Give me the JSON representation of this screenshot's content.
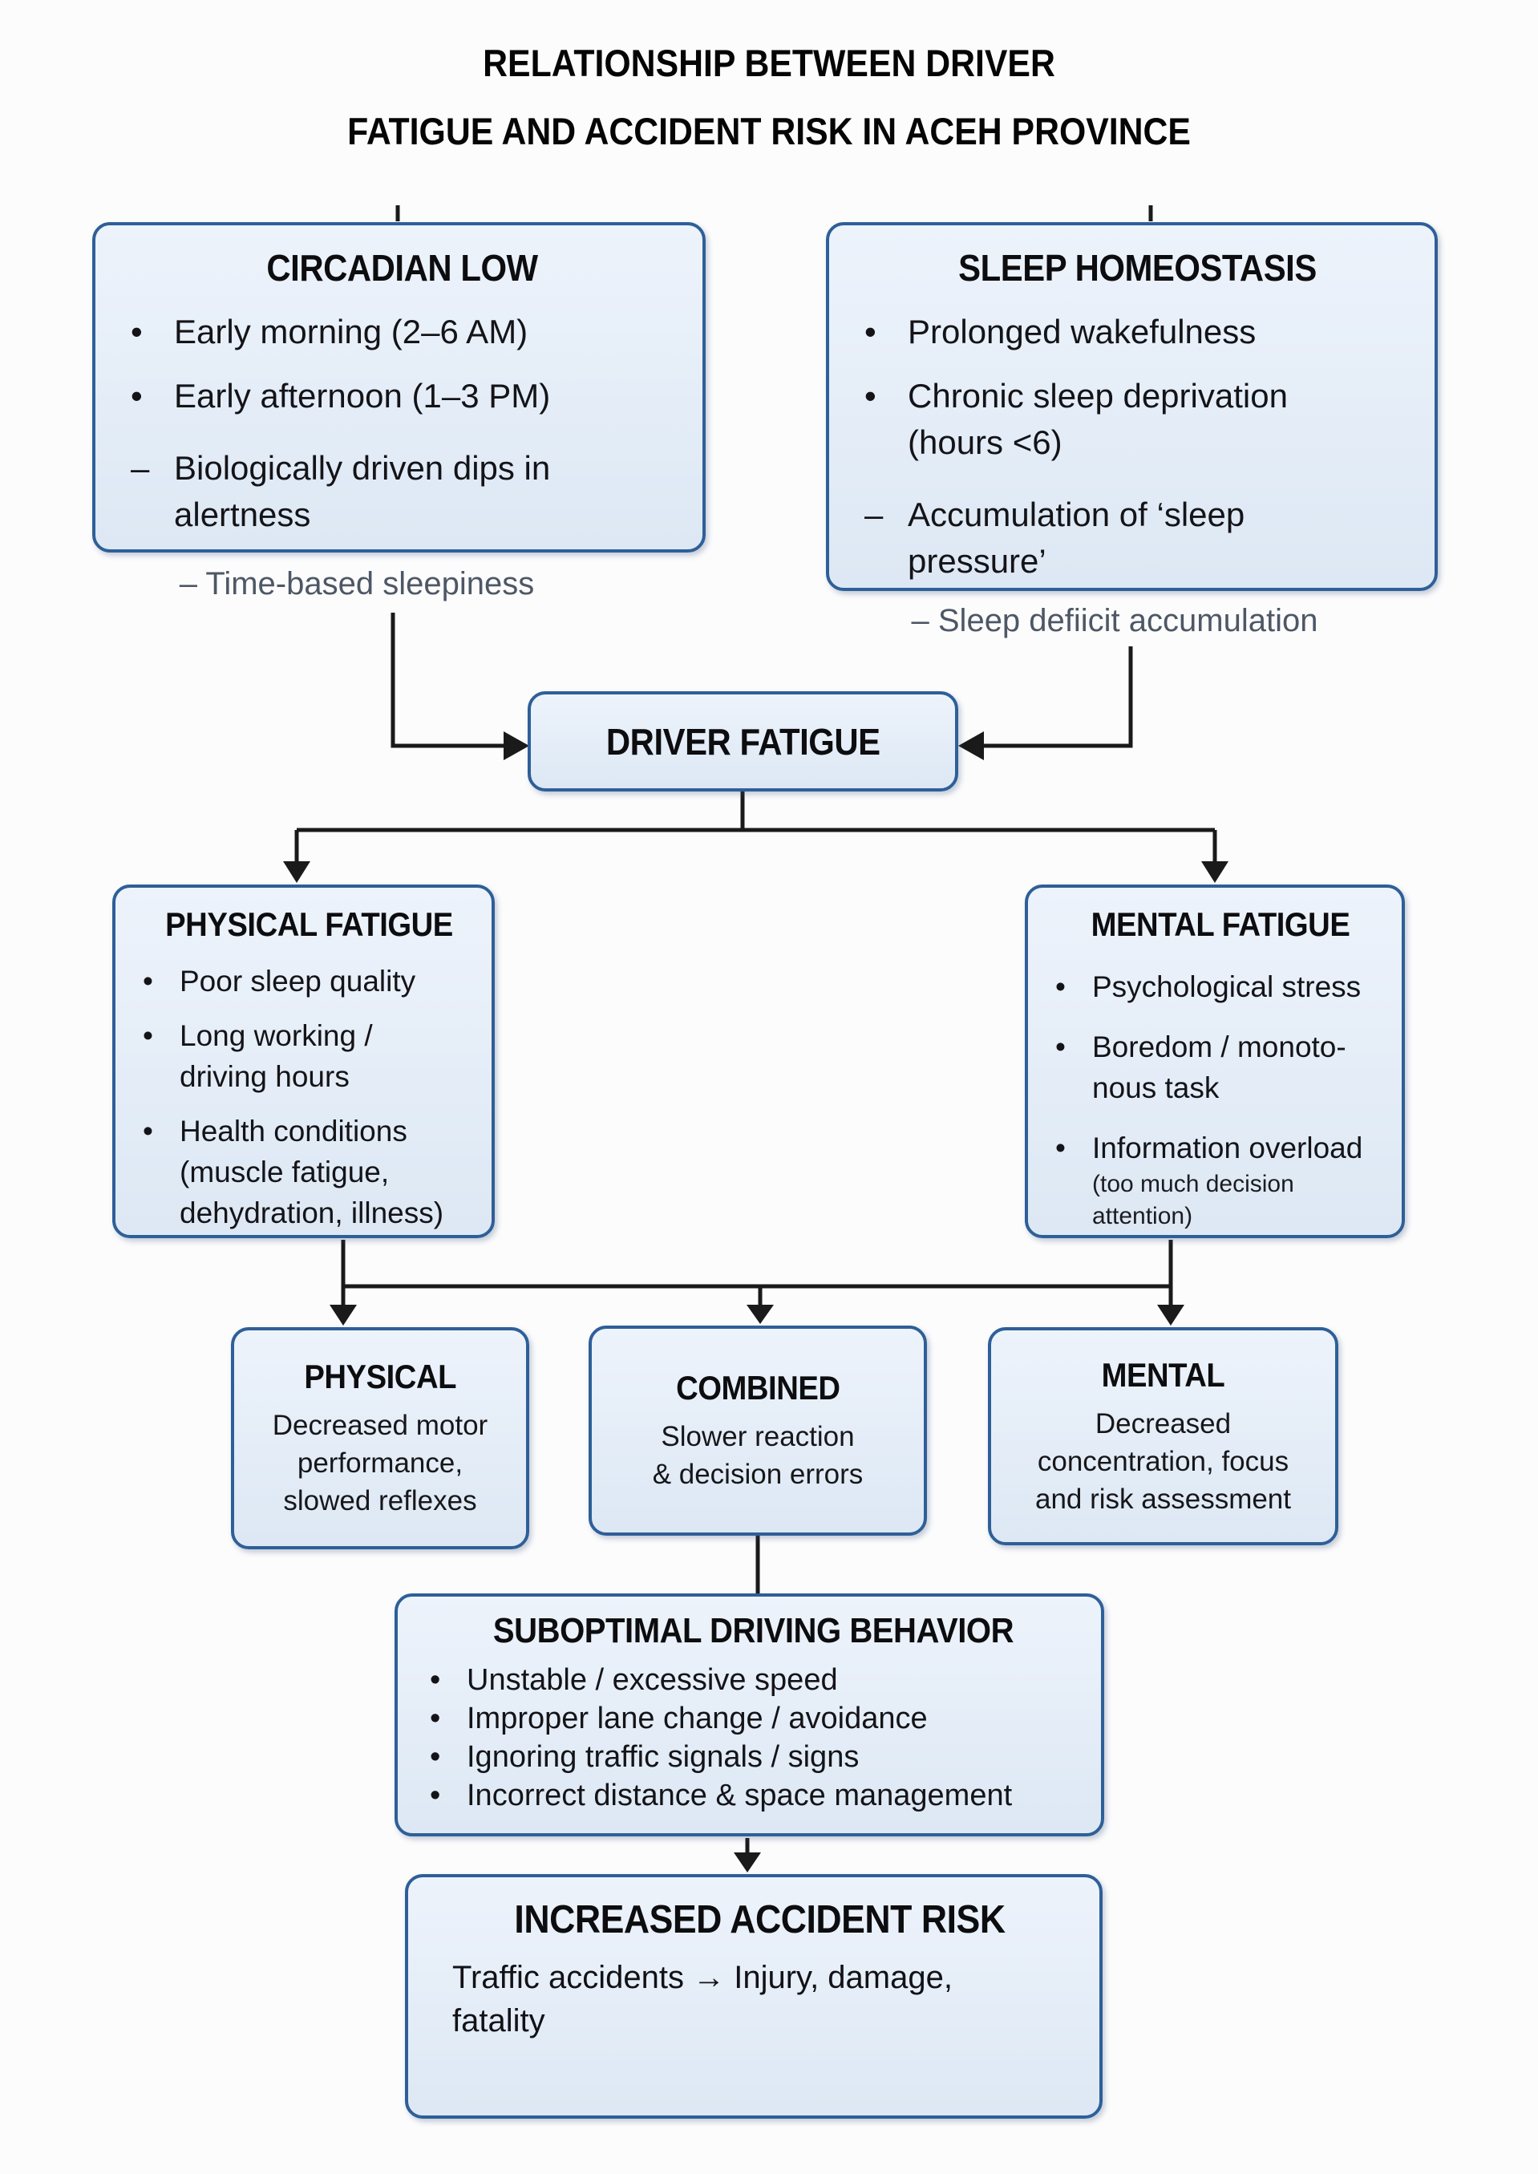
{
  "title": {
    "line1": "RELATIONSHIP BETWEEN DRIVER",
    "line2": "FATIGUE AND ACCIDENT RISK IN ACEH PROVINCE"
  },
  "colors": {
    "box_fill": "#e4edf8",
    "box_border": "#2e5f98",
    "text": "#141418",
    "note_gray": "#4e5765",
    "arrow": "#1a1a1a"
  },
  "boxes": {
    "circadian_low": {
      "title": "CIRCADIAN LOW",
      "items": [
        {
          "marker": "•",
          "lines": [
            "Early morning (2–6 AM)"
          ]
        },
        {
          "marker": "•",
          "lines": [
            "Early afternoon (1–3 PM)"
          ]
        },
        {
          "marker": "–",
          "lines": [
            "Biologically driven dips in",
            "alertness"
          ]
        }
      ]
    },
    "circadian_note": "– Time-based sleepiness",
    "sleep_homeostasis": {
      "title": "SLEEP HOMEOSTASIS",
      "items": [
        {
          "marker": "•",
          "lines": [
            "Prolonged wakefulness"
          ]
        },
        {
          "marker": "•",
          "lines": [
            "Chronic sleep deprivation",
            "(hours <6)"
          ]
        },
        {
          "marker": "–",
          "lines": [
            "Accumulation of ‘sleep",
            "pressure’"
          ]
        }
      ]
    },
    "sleep_note": "– Sleep defiicit accumulation",
    "driver_fatigue": {
      "title": "DRIVER FATIGUE"
    },
    "physical_fatigue": {
      "title": "PHYSICAL FATIGUE",
      "items": [
        {
          "marker": "•",
          "lines": [
            "Poor sleep quality"
          ]
        },
        {
          "marker": "•",
          "lines": [
            "Long working /",
            "driving hours"
          ]
        },
        {
          "marker": "•",
          "lines": [
            "Health conditions",
            "(muscle fatigue,",
            "dehydration, illness)"
          ]
        }
      ]
    },
    "mental_fatigue": {
      "title": "MENTAL FATIGUE",
      "items": [
        {
          "marker": "•",
          "lines": [
            "Psychological stress"
          ]
        },
        {
          "marker": "•",
          "lines": [
            "Boredom / monoto-",
            "nous task"
          ]
        },
        {
          "marker": "•",
          "lines": [
            "Information overload"
          ],
          "note": "(too much decision attention)"
        }
      ]
    },
    "physical": {
      "title": "PHYSICAL",
      "body": [
        "Decreased motor",
        "performance,",
        "slowed reflexes"
      ]
    },
    "combined": {
      "title": "COMBINED",
      "body": [
        "Slower reaction",
        "& decision errors"
      ]
    },
    "mental": {
      "title": "MENTAL",
      "body": [
        "Decreased",
        "concentration, focus",
        "and risk assessment"
      ]
    },
    "suboptimal": {
      "title": "SUBOPTIMAL DRIVING BEHAVIOR",
      "items": [
        {
          "marker": "•",
          "lines": [
            "Unstable / excessive speed"
          ]
        },
        {
          "marker": "•",
          "lines": [
            "Improper lane change / avoidance"
          ]
        },
        {
          "marker": "•",
          "lines": [
            "Ignoring traffic signals / signs"
          ]
        },
        {
          "marker": "•",
          "lines": [
            "Incorrect distance & space management"
          ]
        }
      ]
    },
    "increased_risk": {
      "title": "INCREASED ACCIDENT RISK",
      "body": [
        "Traffic accidents → Injury, damage,",
        "fatality"
      ]
    }
  }
}
